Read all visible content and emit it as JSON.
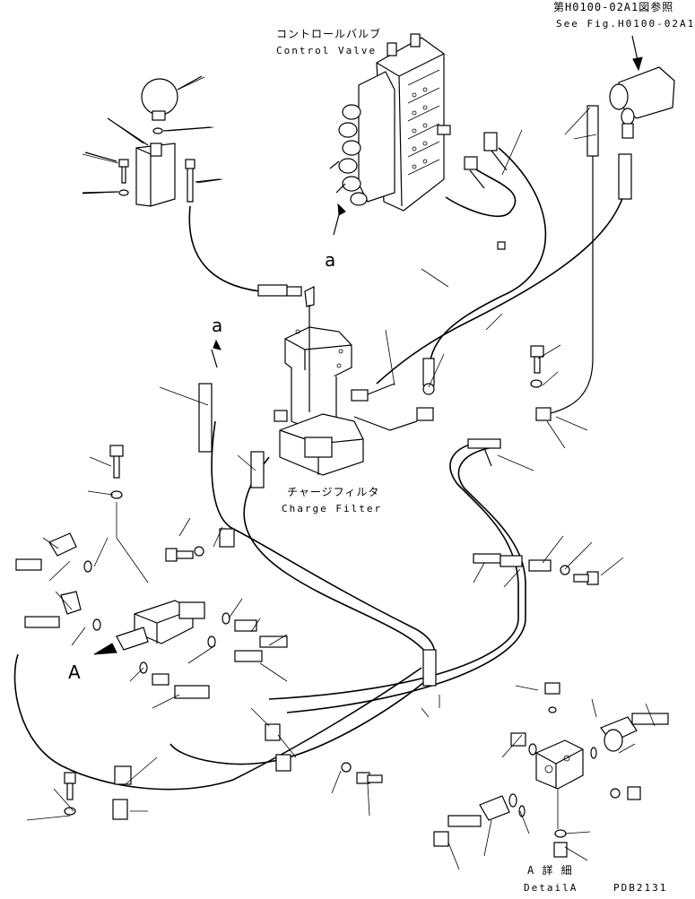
{
  "labels": {
    "control_valve_jp": "コントロールバルブ",
    "control_valve_en": "Control Valve",
    "charge_filter_jp": "チャージフィルタ",
    "charge_filter_en": "Charge Filter",
    "ref_jp": "第H0100-02A1図参照",
    "ref_en": "See Fig.H0100-02A1",
    "view_a_upper": "a",
    "view_a_arrow": "a",
    "detail_marker": "A",
    "detail_jp": "A 詳 細",
    "detail_en": "DetailA",
    "drawing_code": "PDB2131"
  }
}
